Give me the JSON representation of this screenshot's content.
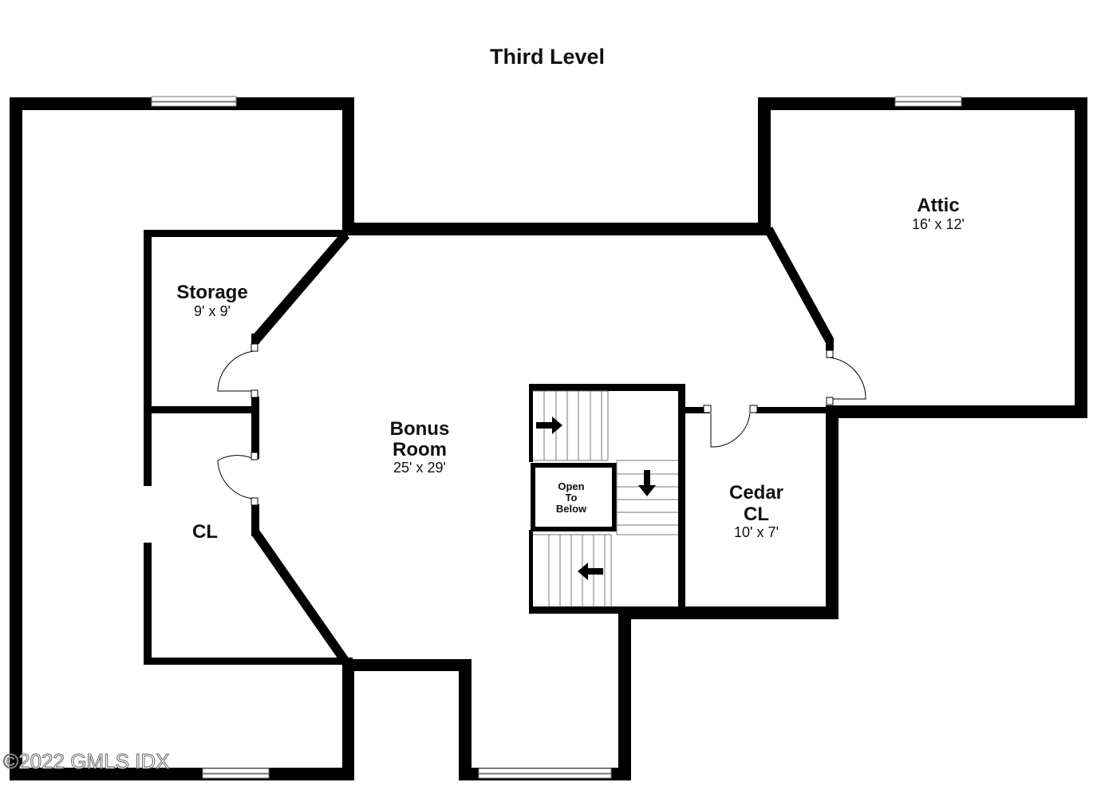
{
  "plan": {
    "title": "Third Level",
    "rooms": {
      "storage": {
        "name": "Storage",
        "dims": "9' x 9'"
      },
      "closet": {
        "name": "CL"
      },
      "bonus": {
        "name_line1": "Bonus",
        "name_line2": "Room",
        "dims": "25' x 29'"
      },
      "attic": {
        "name": "Attic",
        "dims": "16' x 12'"
      },
      "cedar": {
        "name_line1": "Cedar",
        "name_line2": "CL",
        "dims": "10' x 7'"
      },
      "open": {
        "line1": "Open",
        "line2": "To",
        "line3": "Below"
      }
    },
    "watermark": "©2022 GMLS IDX",
    "colors": {
      "wall": "#000000",
      "background": "#ffffff"
    }
  }
}
